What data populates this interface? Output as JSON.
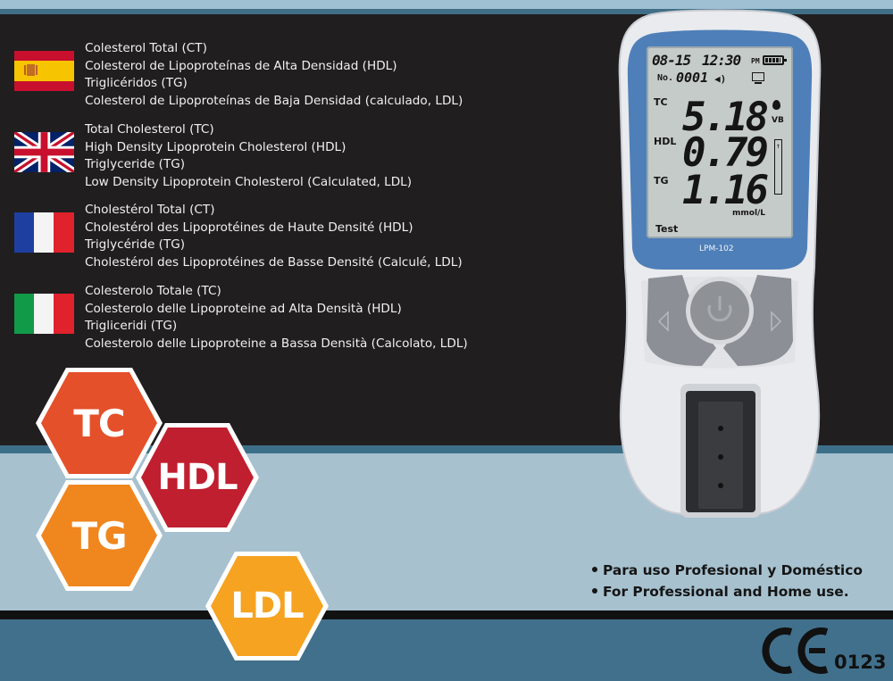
{
  "languages": [
    {
      "flag": "spain-flag",
      "lines": [
        "Colesterol Total (CT)",
        "Colesterol de Lipoproteínas de Alta Densidad (HDL)",
        "Triglicéridos (TG)",
        "Colesterol de Lipoproteínas de Baja Densidad (calculado, LDL)"
      ]
    },
    {
      "flag": "uk-flag",
      "lines": [
        "Total Cholesterol (TC)",
        "High Density Lipoprotein Cholesterol (HDL)",
        "Triglyceride (TG)",
        "Low Density Lipoprotein Cholesterol (Calculated, LDL)"
      ]
    },
    {
      "flag": "france-flag",
      "lines": [
        "Cholestérol Total (CT)",
        "Cholestérol des Lipoprotéines de Haute Densité (HDL)",
        "Triglycéride (TG)",
        "Cholestérol des Lipoprotéines de Basse Densité (Calculé, LDL)"
      ]
    },
    {
      "flag": "italy-flag",
      "lines": [
        "Colesterolo Totale (TC)",
        "Colesterolo delle Lipoproteine ad Alta Densità (HDL)",
        "Trigliceridi (TG)",
        "Colesterolo delle Lipoproteine a Bassa Densità (Calcolato, LDL)"
      ]
    }
  ],
  "hexagons": [
    {
      "label": "TC",
      "color": "#e4502a"
    },
    {
      "label": "HDL",
      "color": "#c01f2f"
    },
    {
      "label": "TG",
      "color": "#f0861e"
    },
    {
      "label": "LDL",
      "color": "#f6a321"
    }
  ],
  "bullets": [
    "Para uso Profesional y Doméstico",
    "For Professional and Home use."
  ],
  "certification": {
    "mark": "CE",
    "number": "0123"
  },
  "device": {
    "model": "LPM-102",
    "screen": {
      "date": "08-15",
      "time": "12:30",
      "ampm": "PM",
      "no_label": "No.",
      "no_value": "0001",
      "rows": [
        {
          "label": "TC",
          "value": "5.18"
        },
        {
          "label": "HDL",
          "value": "0.79"
        },
        {
          "label": "TG",
          "value": "1.16"
        }
      ],
      "vb": "VB",
      "unit": "mmol/L",
      "mode": "Test"
    }
  }
}
